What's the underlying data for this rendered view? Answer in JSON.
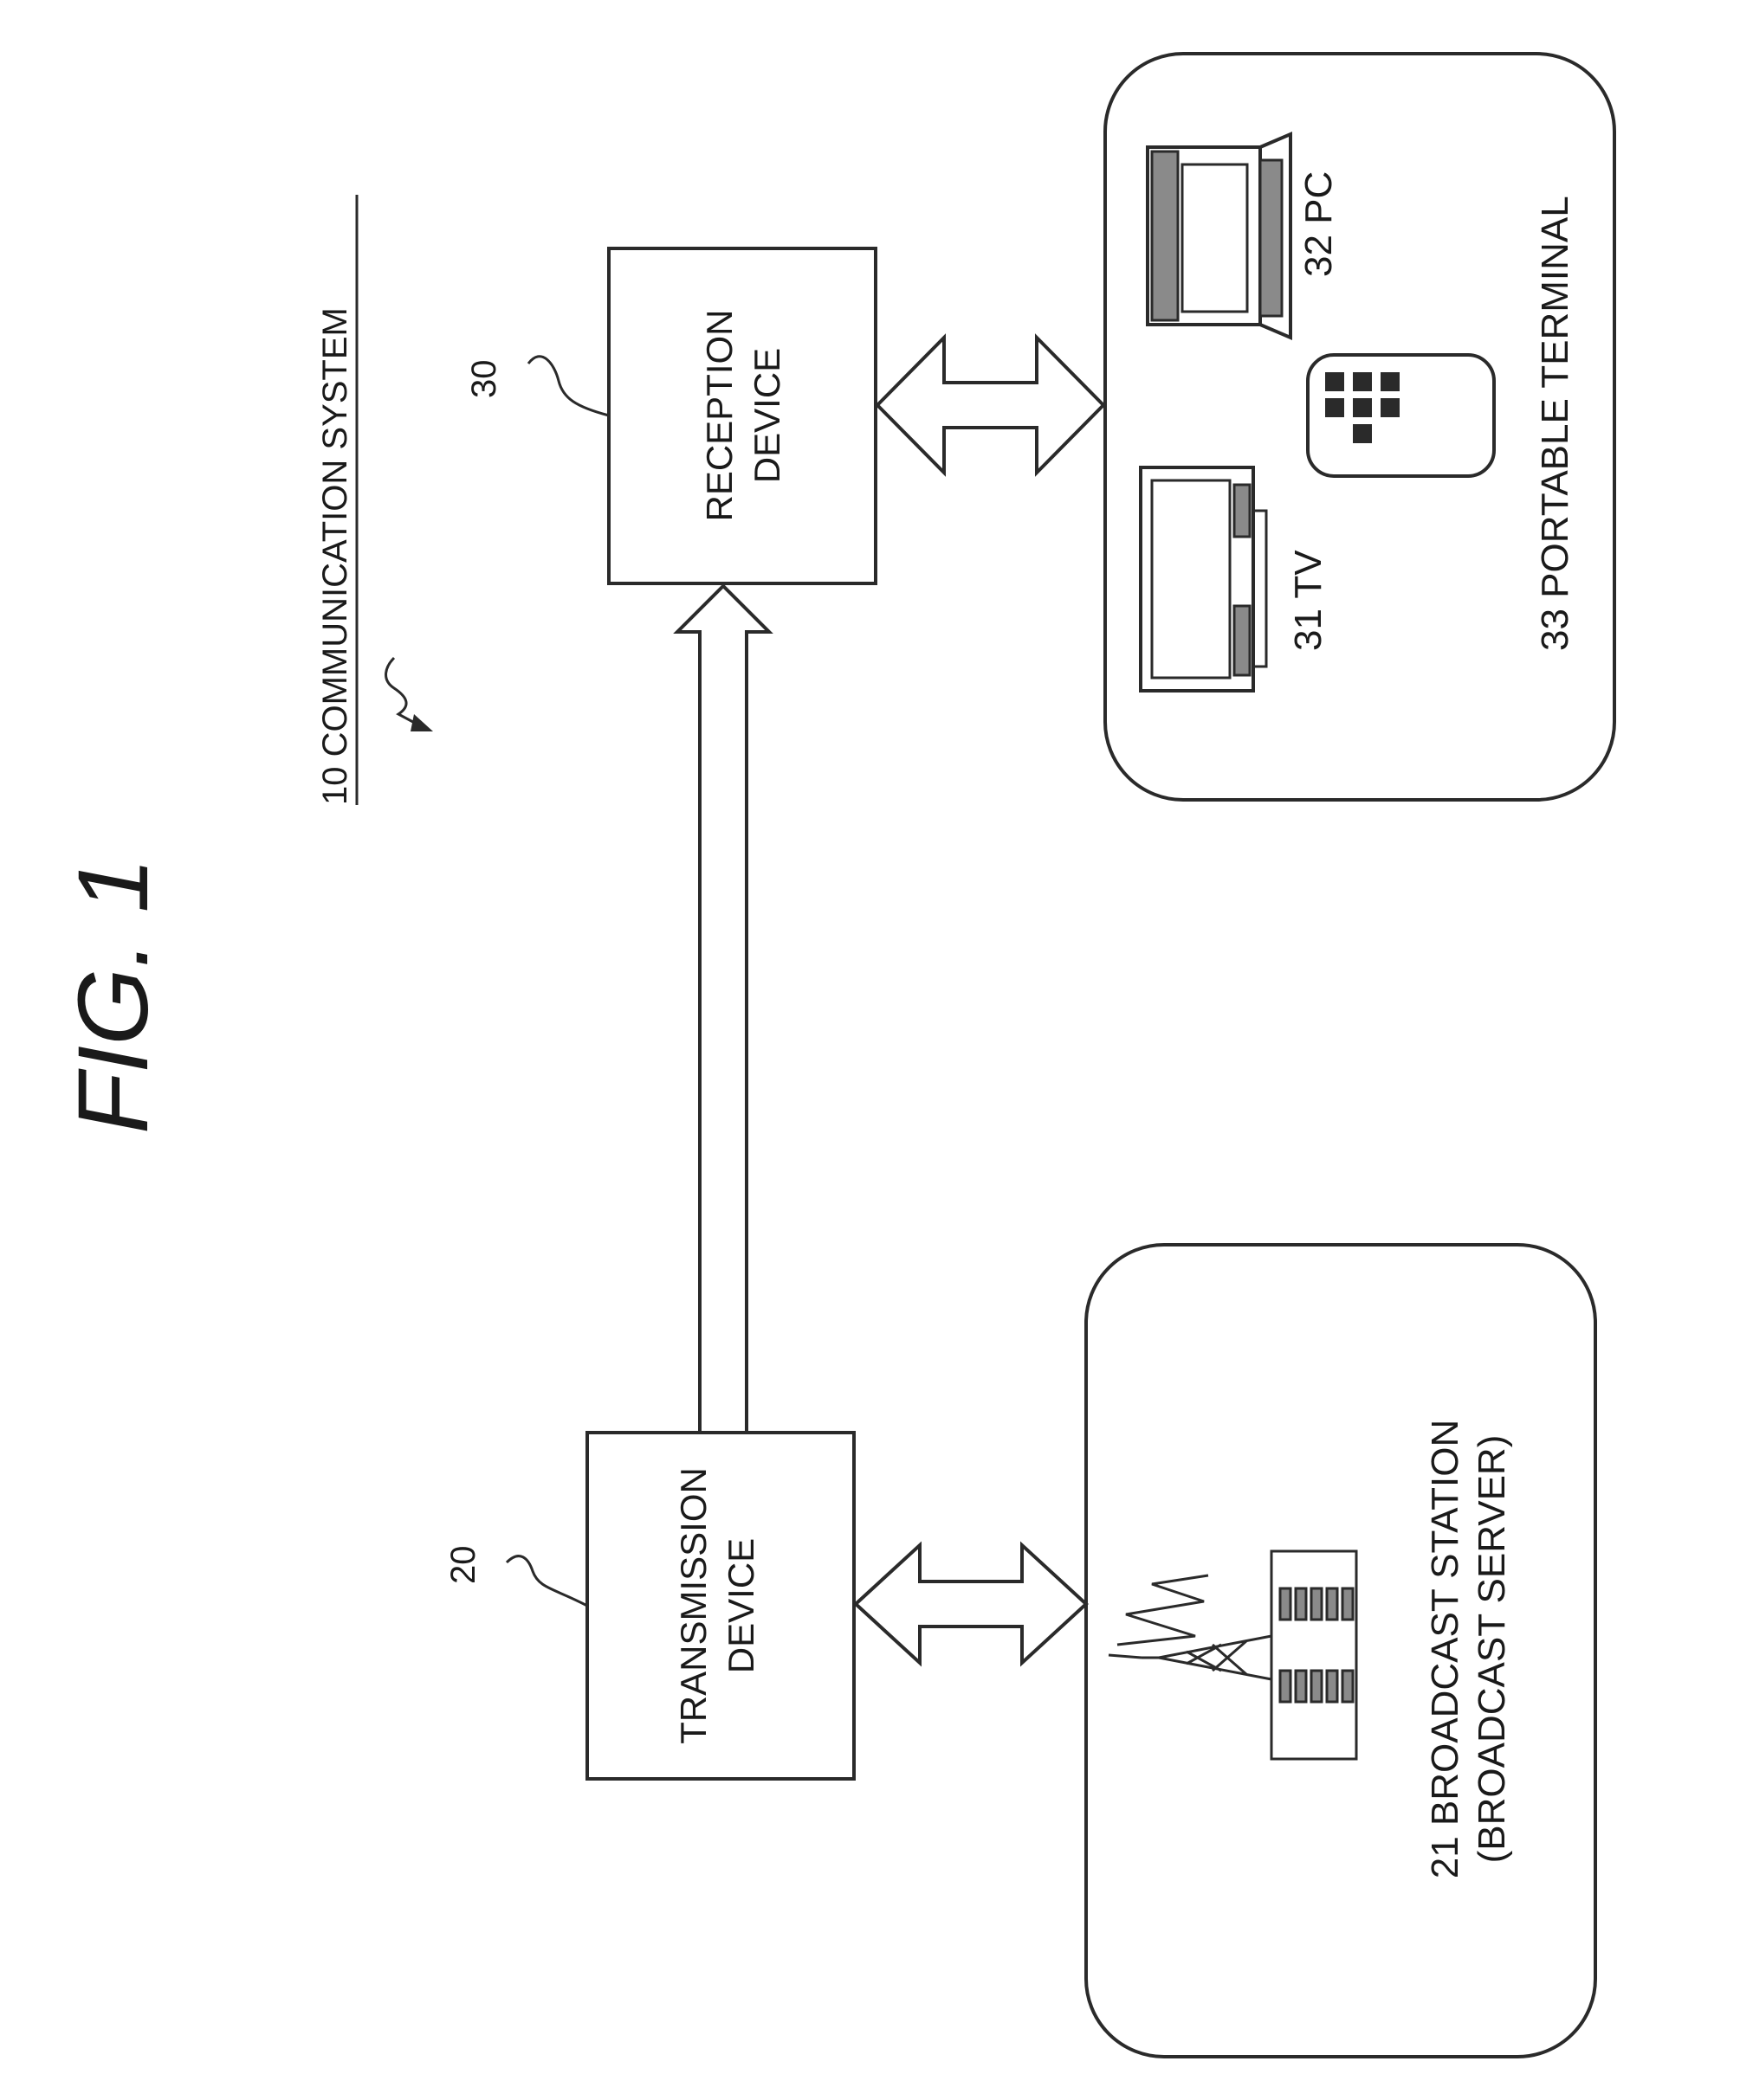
{
  "figure": {
    "title": "FIG. 1",
    "system_label": "10  COMMUNICATION SYSTEM"
  },
  "transmission_device": {
    "ref": "20",
    "line1": "TRANSMISSION",
    "line2": "DEVICE"
  },
  "reception_device": {
    "ref": "30",
    "line1": "RECEPTION",
    "line2": "DEVICE"
  },
  "broadcast_station": {
    "line1": "21 BROADCAST STATION",
    "line2": "(BROADCAST SERVER)",
    "icon": "broadcast-tower-icon"
  },
  "terminals": {
    "tv": "31  TV",
    "pc": "32  PC",
    "portable": "33  PORTABLE TERMINAL"
  }
}
